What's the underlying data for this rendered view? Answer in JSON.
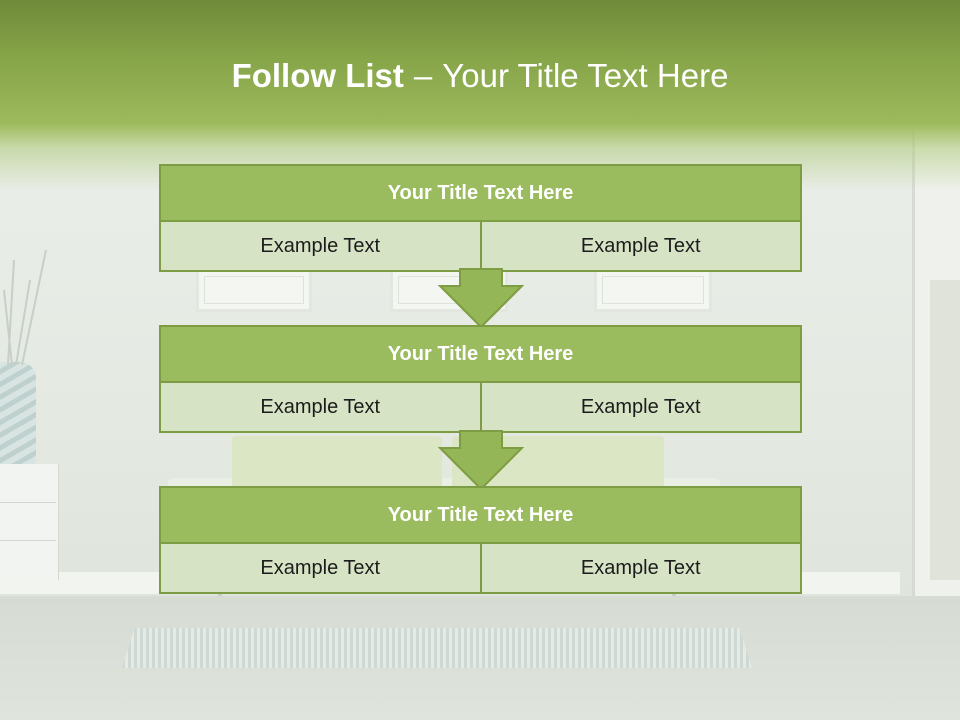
{
  "slide": {
    "title_bold": "Follow List",
    "title_separator": "–",
    "title_rest": "Your Title Text Here"
  },
  "steps": [
    {
      "title": "Your Title Text Here",
      "left": "Example Text",
      "right": "Example Text"
    },
    {
      "title": "Your Title Text Here",
      "left": "Example Text",
      "right": "Example Text"
    },
    {
      "title": "Your Title Text Here",
      "left": "Example Text",
      "right": "Example Text"
    }
  ],
  "colors": {
    "header_green": "#9bbb5f",
    "border_green": "#7e9c44",
    "cell_fill": "#d7e3c5",
    "arrow_fill": "#94b656"
  }
}
